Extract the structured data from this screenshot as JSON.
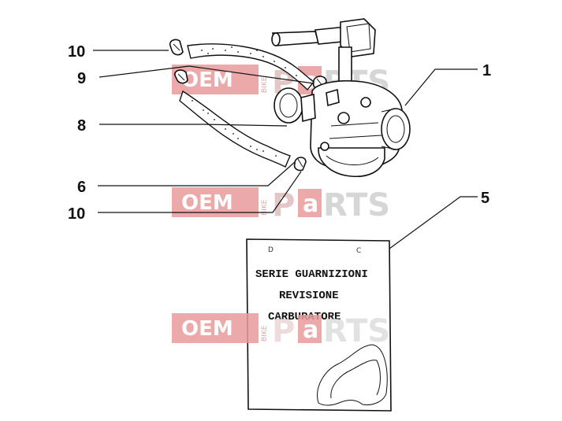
{
  "diagram": {
    "callouts": [
      {
        "label": "10"
      },
      {
        "label": "9"
      },
      {
        "label": "8"
      },
      {
        "label": "6"
      },
      {
        "label": "10"
      },
      {
        "label": "1"
      },
      {
        "label": "5"
      }
    ],
    "gasket_kit": {
      "line1": "SERIE GUARNIZIONI",
      "line2": "REVISIONE",
      "line3": "CARBURATORE",
      "mark_left": "D",
      "mark_right": "C"
    },
    "watermark": {
      "oem": "OEM",
      "bike": "BIKE",
      "p": "P",
      "a": "a",
      "rts": "RTS"
    },
    "colors": {
      "line": "#111111",
      "watermark_red": "#e89a9a",
      "watermark_gray": "#d6d6d6"
    }
  }
}
